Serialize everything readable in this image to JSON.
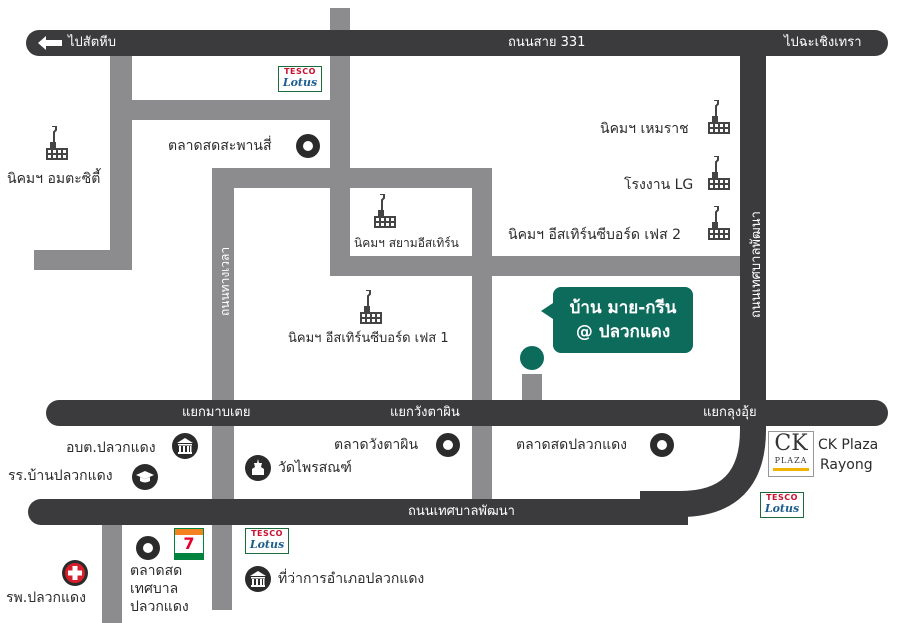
{
  "roads": {
    "top": "ถนนสาย 331",
    "top_left_exit": "ไปสัตหีบ",
    "top_right_exit": "ไปฉะเชิงเทรา",
    "right_vertical": "ถนนเทศบาลพัฒนา",
    "inner_vertical": "ถนนทางเวลา",
    "middle_junction_left": "แยกมาบเตย",
    "middle_junction_center": "แยกวังตาผิน",
    "middle_junction_right": "แยกลุงอุ้ย",
    "bottom": "ถนนเทศบาลพัฒนา"
  },
  "places": {
    "amata_city": "นิคมฯ อมตะซิตี้",
    "saphan_si_market": "ตลาดสดสะพานสี่",
    "siam_eastern": "นิคมฯ สยามอีสเทิร์น",
    "hemaraj": "นิคมฯ เหมราช",
    "lg_factory": "โรงงาน LG",
    "eastern_seaboard_2": "นิคมฯ อีสเทิร์นซีบอร์ด เฟส 2",
    "eastern_seaboard_1": "นิคมฯ อีสเทิร์นซีบอร์ด เฟส 1",
    "wang_ta_phin_market": "ตลาดวังตาผิน",
    "pluak_daeng_market": "ตลาดสดปลวกแดง",
    "obt_pluak_daeng": "อบต.ปลวกแดง",
    "school_pluak_daeng": "รร.บ้านปลวกแดง",
    "wat_phai_sanit": "วัดไพรสณฑ์",
    "hospital_pluak_daeng": "รพ.ปลวกแดง",
    "municipal_market": [
      "ตลาดสด",
      "เทศบาล",
      "ปลวกแดง"
    ],
    "district_office": "ที่ว่าการอำเภอปลวกแดง",
    "ck_plaza": [
      "CK Plaza",
      "Rayong"
    ]
  },
  "logos": {
    "tesco_top": "TESCO",
    "tesco_bottom": "Lotus",
    "ck_logo_main": "CK",
    "ck_logo_sub": "PLAZA",
    "seven_eleven": "7"
  },
  "callout": {
    "line1": "บ้าน มาย-กรีน",
    "line2": "@ ปลวกแดง"
  },
  "colors": {
    "road_main": "#3b3b3d",
    "road_secondary": "#8c8c8e",
    "callout": "#0d6b5c",
    "hospital_cross": "#d81e2c",
    "seven_green": "#00833e",
    "seven_orange": "#f58220",
    "seven_red": "#e4002b"
  },
  "icons": [
    "arrow-left-icon",
    "factory-icon",
    "market-dot-icon",
    "government-building-icon",
    "graduation-cap-icon",
    "temple-icon",
    "hospital-cross-icon",
    "location-pin-icon"
  ]
}
